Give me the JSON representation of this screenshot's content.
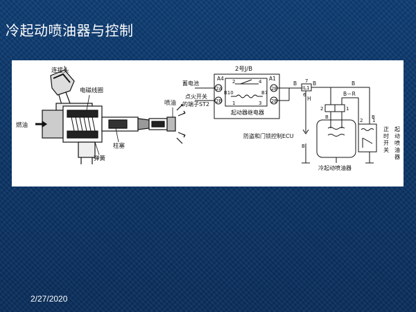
{
  "slide": {
    "title": "冷起动喷油器与控制",
    "date": "2/27/2020"
  },
  "injector_diagram": {
    "connector_label": "连接头",
    "coil_label": "电磁线圈",
    "spray_label": "喷油",
    "fuel_label": "燃油",
    "plunger_label": "柱塞",
    "spring_label": "弹簧"
  },
  "circuit_diagram": {
    "junction_block": "2号J/B",
    "battery": "蓄电池",
    "ignition_line1": "点火开关",
    "ignition_line2": "的端子ST2",
    "relay_label": "起动器继电器",
    "ecu_label": "防盗和门锁控制ECU",
    "cold_injector_label": "冷起动喷油器",
    "timer_switch_label": "起动喷油器正时开关",
    "pins": {
      "a4": "A4",
      "a1": "A1",
      "b10": "B10",
      "b7": "B7",
      "l2a": "2A",
      "l2b": "2B",
      "r2b": "2B",
      "r2b2": "2B",
      "n2": "2",
      "n4": "4",
      "n1": "1",
      "n3": "3",
      "il1": "IL1",
      "n7": "7",
      "n6": "6"
    },
    "wires": {
      "b1": "B",
      "b2": "B",
      "b3": "B",
      "br": "B－R",
      "h": "H",
      "bl": "B",
      "bm": "B",
      "br2": "B"
    },
    "conn_nums": {
      "c2": "2",
      "c1": "1",
      "t2": "2",
      "t1": "1"
    }
  }
}
